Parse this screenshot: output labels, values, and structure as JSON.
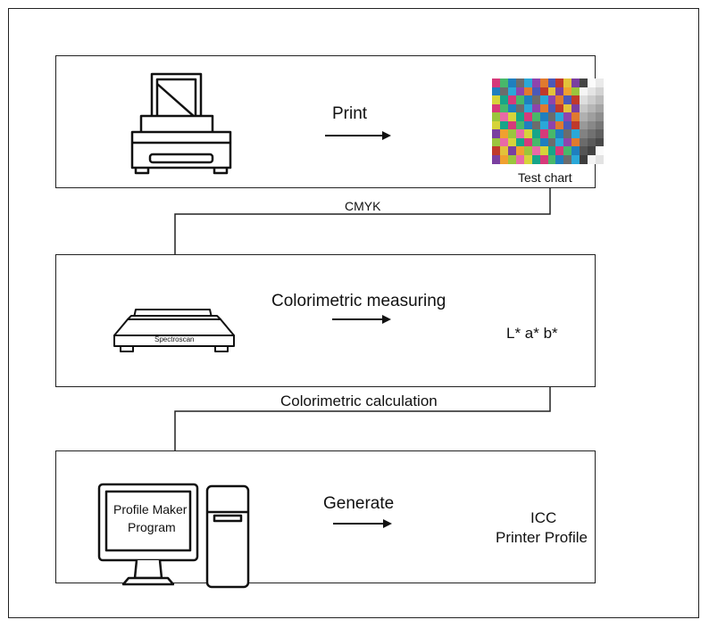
{
  "stages": [
    {
      "action_label": "Print",
      "result_label": "Test chart"
    },
    {
      "action_label": "Colorimetric measuring",
      "result_label": "L* a* b*",
      "device_label": "Spectroscan"
    },
    {
      "action_label": "Generate",
      "result_label_line1": "ICC",
      "result_label_line2": "Printer Profile",
      "monitor_text_line1": "Profile Maker",
      "monitor_text_line2": "Program"
    }
  ],
  "connectors": [
    {
      "label": "CMYK"
    },
    {
      "label": "Colorimetric calculation"
    }
  ],
  "colors": {
    "line": "#222222",
    "background": "#ffffff"
  },
  "icons": [
    "printer-icon",
    "test-chart-image",
    "spectrometer-icon",
    "computer-icon"
  ]
}
